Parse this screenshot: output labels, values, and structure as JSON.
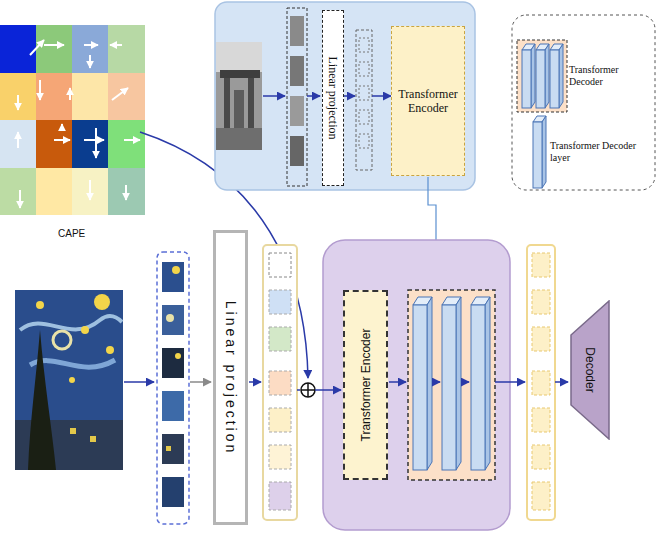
{
  "diagram": {
    "nodes": [
      {
        "text": [
          "Linear projection"
        ]
      },
      {
        "text": [
          "Transformer Encoder"
        ]
      },
      {
        "text": [
          "Linear projection"
        ]
      },
      {
        "text": [
          "Transformer Encoder"
        ]
      },
      {
        "text": [
          "Decoder"
        ]
      }
    ],
    "labels": [
      "CAPE"
    ],
    "legend": [
      {
        "text": "Transformer Decoder"
      },
      {
        "text": "Transformer Decoder layer"
      }
    ]
  }
}
